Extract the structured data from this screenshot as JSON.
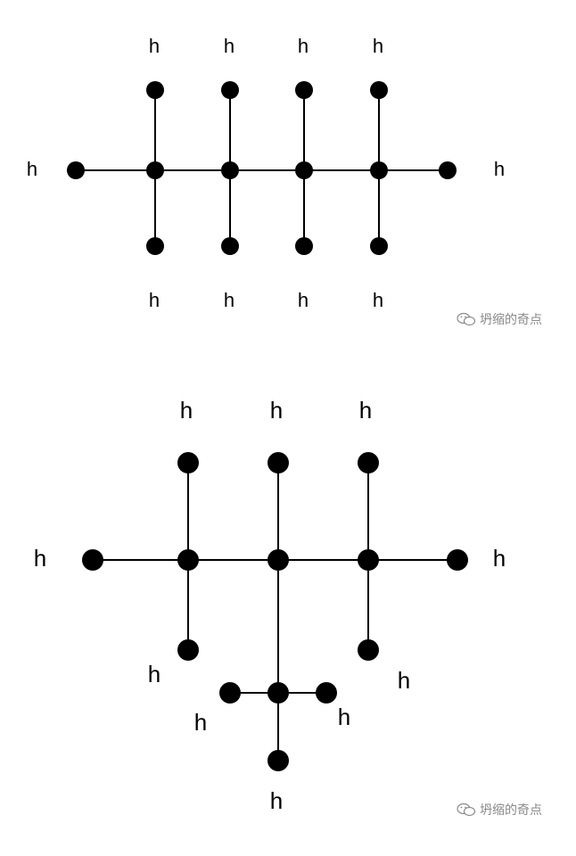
{
  "diagrams": [
    {
      "atom_label": "h"
    },
    {
      "atom_label": "h"
    }
  ],
  "watermark": {
    "text": "坍缩的奇点",
    "icon": "wechat-icon",
    "color": "#8a8a8a"
  },
  "colors": {
    "line": "#000000",
    "atom": "#000000",
    "background": "#ffffff"
  }
}
